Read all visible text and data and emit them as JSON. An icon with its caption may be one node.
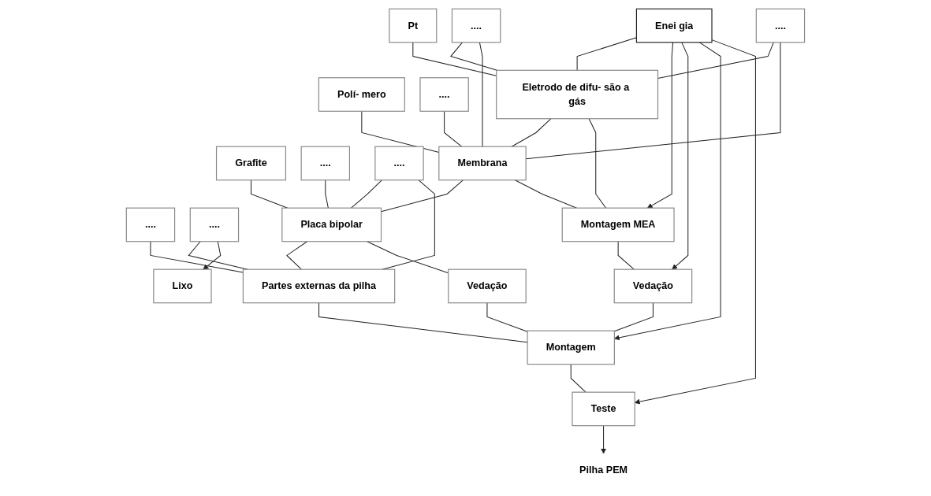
{
  "diagram": {
    "nodes": [
      {
        "text": [
          "Enei gia"
        ]
      },
      {
        "text": [
          "Pt"
        ]
      },
      {
        "text": [
          "...."
        ]
      },
      {
        "text": [
          "...."
        ]
      },
      {
        "text": [
          "Polí- mero"
        ]
      },
      {
        "text": [
          "...."
        ]
      },
      {
        "text": [
          "Grafite"
        ]
      },
      {
        "text": [
          "...."
        ]
      },
      {
        "text": [
          "...."
        ]
      },
      {
        "text": [
          "...."
        ]
      },
      {
        "text": [
          "...."
        ]
      },
      {
        "text": [
          "Eletrodo de difu- são a gás"
        ]
      },
      {
        "text": [
          "Membrana"
        ]
      },
      {
        "text": [
          "Placa bipolar"
        ]
      },
      {
        "text": [
          "Partes externas da pilha"
        ]
      },
      {
        "text": [
          "Lixo"
        ]
      },
      {
        "text": [
          "Montagem MEA"
        ]
      },
      {
        "text": [
          "Vedação"
        ]
      },
      {
        "text": [
          "Vedação"
        ]
      },
      {
        "text": [
          "Montagem"
        ]
      },
      {
        "text": [
          "Teste"
        ]
      },
      {
        "text": [
          "Pilha PEM"
        ]
      }
    ],
    "edges": [
      {
        "from": 1,
        "to": 11,
        "arrow": "none"
      },
      {
        "from": 2,
        "to": 11,
        "arrow": "none"
      },
      {
        "from": 3,
        "to": 11,
        "arrow": "none"
      },
      {
        "from": 2,
        "to": 12,
        "arrow": "none"
      },
      {
        "from": 3,
        "to": 12,
        "arrow": "none"
      },
      {
        "from": 4,
        "to": 12,
        "arrow": "none"
      },
      {
        "from": 5,
        "to": 12,
        "arrow": "none"
      },
      {
        "from": 6,
        "to": 13,
        "arrow": "none"
      },
      {
        "from": 7,
        "to": 13,
        "arrow": "none"
      },
      {
        "from": 8,
        "to": 13,
        "arrow": "none"
      },
      {
        "from": 8,
        "to": 14,
        "arrow": "none"
      },
      {
        "from": 9,
        "to": 14,
        "arrow": "none"
      },
      {
        "from": 10,
        "to": 14,
        "arrow": "none"
      },
      {
        "from": 10,
        "to": 15,
        "arrow": "to"
      },
      {
        "from": 0,
        "to": 11,
        "arrow": "none"
      },
      {
        "from": 11,
        "to": 12,
        "arrow": "none"
      },
      {
        "from": 12,
        "to": 13,
        "arrow": "none"
      },
      {
        "from": 13,
        "to": 14,
        "arrow": "none"
      },
      {
        "from": 11,
        "to": 16,
        "arrow": "none"
      },
      {
        "from": 12,
        "to": 16,
        "arrow": "none"
      },
      {
        "from": 0,
        "to": 16,
        "arrow": "to"
      },
      {
        "from": 16,
        "to": 17,
        "arrow": "none"
      },
      {
        "from": 0,
        "to": 17,
        "arrow": "to"
      },
      {
        "from": 13,
        "to": 18,
        "arrow": "none"
      },
      {
        "from": 17,
        "to": 19,
        "arrow": "none"
      },
      {
        "from": 18,
        "to": 19,
        "arrow": "none"
      },
      {
        "from": 14,
        "to": 19,
        "arrow": "none"
      },
      {
        "from": 0,
        "to": 19,
        "arrow": "to"
      },
      {
        "from": 19,
        "to": 20,
        "arrow": "none"
      },
      {
        "from": 0,
        "to": 20,
        "arrow": "to"
      },
      {
        "from": 20,
        "to": 21,
        "arrow": "to"
      }
    ]
  }
}
